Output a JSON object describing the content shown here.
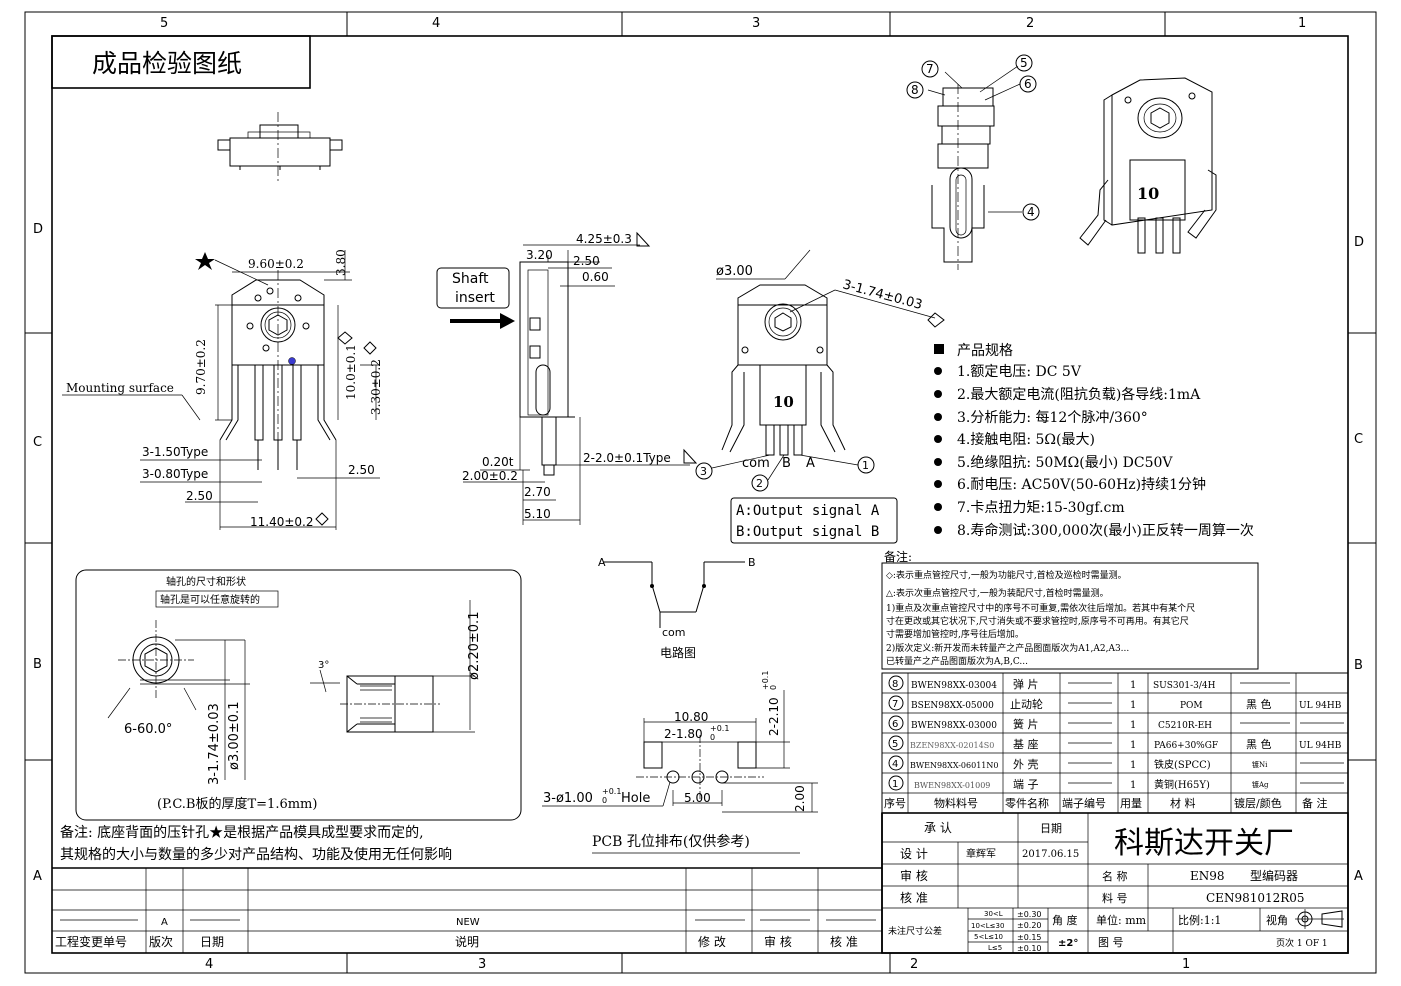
{
  "zone_cols_top": [
    "5",
    "4",
    "3",
    "2",
    "1"
  ],
  "zone_cols_bottom": [
    "4",
    "3",
    "2",
    "1"
  ],
  "zone_rows_left": [
    "D",
    "C",
    "B",
    "A"
  ],
  "zone_rows_right": [
    "D",
    "C",
    "B",
    "A"
  ],
  "title": "成品检验图纸",
  "dims": {
    "w960": "9.60±0.2",
    "h380": "3.80",
    "h970": "9.70±0.2",
    "h100": "10.0±0.1",
    "h330": "3.30±0.2",
    "mounting": "Mounting surface",
    "t150": "3-1.50Type",
    "t080": "3-0.80Type",
    "d250a": "2.50",
    "d250b": "2.50",
    "w1140": "11.40±0.2",
    "s425": "4.25±0.3",
    "s320": "3.20",
    "s250": "2.50",
    "s060": "0.60",
    "s020": "0.20t",
    "s200": "2.00±0.2",
    "s270": "2.70",
    "s510": "5.10",
    "s2020": "2-2.0±0.1Type",
    "shaft1": "Shaft",
    "shaft2": "insert",
    "f300": "ø3.00",
    "f174": "3-1.74±0.03",
    "pin3": "3",
    "pin2": "2",
    "pin1": "1",
    "com": "com",
    "pb": "B",
    "pa": "A",
    "body10": "10",
    "outA": "A:Output signal A",
    "outB": "B:Output signal B",
    "rev": "2",
    "corner": "2"
  },
  "callouts": [
    "7",
    "8",
    "5",
    "6",
    "4"
  ],
  "spec": {
    "heading": "产品规格",
    "items": [
      "1.额定电压: DC 5V",
      "2.最大额定电流(阻抗负载)各导线:1mA",
      "3.分析能力: 每12个脉冲/360°",
      "4.接触电阻: 5Ω(最大)",
      "5.绝缘阻抗: 50MΩ(最小) DC50V",
      "6.耐电压: AC50V(50-60Hz)持续1分钟",
      "7.卡点扭力矩:15-30gf.cm",
      "8.寿命测试:300,000次(最小)正反转一周算一次"
    ]
  },
  "notes": {
    "title": "备注:",
    "lines": [
      "◇:表示重点管控尺寸,一般为功能尺寸,首检及巡检时需量测。",
      "△:表示次重点管控尺寸,一般为装配尺寸,首检时需量测。",
      "1)重点及次重点管控尺寸中的序号不可重复,需依次往后增加。若其中有某个尺",
      "寸在更改或其它状况下,尺寸消失或不要求管控时,原序号不可再用。有其它尺",
      "寸需要增加管控时,序号往后增加。",
      "2)版次定义:新开发而未转量产之产品图面版次为A1,A2,A3...",
      "已转量产之产品图面版次为A,B,C..."
    ]
  },
  "circuit": {
    "a": "A",
    "b": "B",
    "com": "com",
    "caption": "电路图"
  },
  "hole": {
    "title": "轴孔的尺寸和形状",
    "subtitle": "轴孔是可以任意旋转的",
    "angle": "6-60.0°",
    "d1": "3-1.74±0.03",
    "d2": "ø3.00±0.1",
    "d3": "ø2.20±0.1",
    "chamfer": "3°",
    "pcb": "(P.C.B板的厚度T=1.6mm)"
  },
  "pcb": {
    "d1080": "10.80",
    "d2180": "2-1.80",
    "tol1": "+0.1",
    "tol0": "0",
    "d2210": "2-2.10",
    "hole": "3-ø1.00",
    "hole_suffix": "Hole",
    "d500": "5.00",
    "d200": "2.00",
    "caption": "PCB 孔位排布(仅供参考)"
  },
  "remark": [
    "备注: 底座背面的压针孔★是根据产品模具成型要求而定的,",
    "其规格的大小与数量的多少对产品结构、功能及使用无任何影响"
  ],
  "bom": {
    "rows": [
      {
        "no": "8",
        "pn": "BWEN98XX-03004",
        "name": "弹 片",
        "qty": "1",
        "mat": "SUS301-3/4H",
        "color": "",
        "rem": ""
      },
      {
        "no": "7",
        "pn": "BSEN98XX-05000",
        "name": "止动轮",
        "qty": "1",
        "mat": "POM",
        "color": "黑 色",
        "rem": "UL 94HB"
      },
      {
        "no": "6",
        "pn": "BWEN98XX-03000",
        "name": "簧 片",
        "qty": "1",
        "mat": "C5210R-EH",
        "color": "",
        "rem": ""
      },
      {
        "no": "5",
        "pn": "BZEN98XX-02014S0",
        "name": "基 座",
        "qty": "1",
        "mat": "PA66+30%GF",
        "color": "黑 色",
        "rem": "UL 94HB"
      },
      {
        "no": "4",
        "pn": "BWEN98XX-06011N0",
        "name": "外 壳",
        "qty": "1",
        "mat": "铁皮(SPCC)",
        "color": "镀Ni",
        "rem": ""
      },
      {
        "no": "1",
        "pn": "BWEN98XX-01009",
        "name": "端 子",
        "qty": "1",
        "mat": "黄铜(H65Y)",
        "color": "镀Ag",
        "rem": ""
      }
    ],
    "header": [
      "序号",
      "物料料号",
      "零件名称",
      "端子编号",
      "用量",
      "材 料",
      "镀层/颜色",
      "备 注"
    ]
  },
  "titleblock": {
    "approve": "承 认",
    "date_label": "日期",
    "company": "科斯达开关厂",
    "design": "设 计",
    "designer": "章辉军",
    "date": "2017.06.15",
    "check": "审 核",
    "name_label": "名 称",
    "product": "EN98",
    "product_type": "型编码器",
    "verify": "核 准",
    "part_label": "料 号",
    "part_no": "CEN981012R05",
    "tol_label": "未注尺寸公差",
    "tol_rows": [
      {
        "range": "30<L",
        "val": "±0.30"
      },
      {
        "range": "10<L≤30",
        "val": "±0.20"
      },
      {
        "range": "5<L≤10",
        "val": "±0.15"
      },
      {
        "range": "L≤5",
        "val": "±0.10"
      }
    ],
    "angle_label": "角 度",
    "angle_val": "±2°",
    "unit": "单位: mm",
    "scale": "比例:1:1",
    "view": "视角",
    "drawing_label": "图 号",
    "page": "页次 1 OF 1"
  },
  "revision": {
    "rev": "A",
    "desc": "NEW",
    "header": [
      "工程变更单号",
      "版次",
      "日期",
      "说明",
      "修 改",
      "审 核",
      "核 准"
    ]
  }
}
